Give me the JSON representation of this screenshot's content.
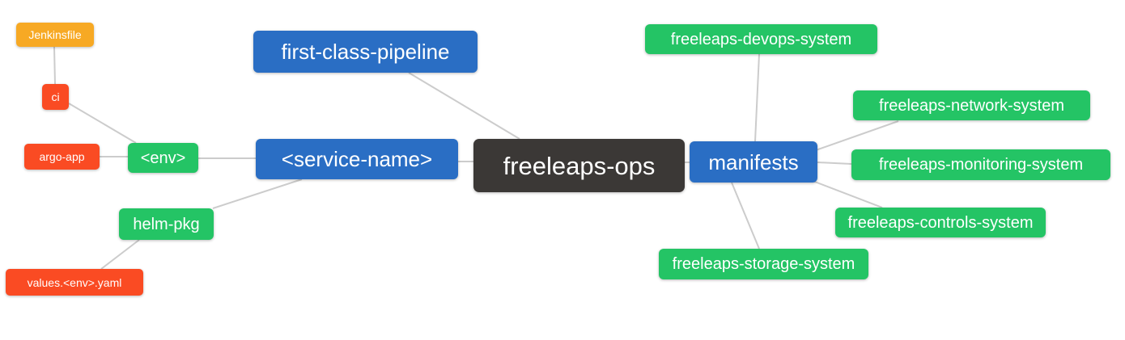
{
  "colors": {
    "root": "#3B3836",
    "blue": "#2A6EC4",
    "green": "#24C465",
    "red": "#FA4B23",
    "orange": "#F7A924",
    "edge": "#CCCCCC",
    "text": "#FFFFFF"
  },
  "nodes": {
    "root": {
      "label": "freeleaps-ops"
    },
    "first_class_pipeline": {
      "label": "first-class-pipeline"
    },
    "service_name": {
      "label": "<service-name>"
    },
    "manifests": {
      "label": "manifests"
    },
    "env": {
      "label": "<env>"
    },
    "helm_pkg": {
      "label": "helm-pkg"
    },
    "ci": {
      "label": "ci"
    },
    "jenkinsfile": {
      "label": "Jenkinsfile"
    },
    "argo_app": {
      "label": "argo-app"
    },
    "values_env_yaml": {
      "label": "values.<env>.yaml"
    },
    "devops_system": {
      "label": "freeleaps-devops-system"
    },
    "network_system": {
      "label": "freeleaps-network-system"
    },
    "monitoring_system": {
      "label": "freeleaps-monitoring-system"
    },
    "controls_system": {
      "label": "freeleaps-controls-system"
    },
    "storage_system": {
      "label": "freeleaps-storage-system"
    }
  },
  "edges": [
    {
      "from": "jenkinsfile",
      "to": "ci"
    },
    {
      "from": "ci",
      "to": "env"
    },
    {
      "from": "argo_app",
      "to": "env"
    },
    {
      "from": "env",
      "to": "service_name"
    },
    {
      "from": "helm_pkg",
      "to": "service_name"
    },
    {
      "from": "values_env_yaml",
      "to": "helm_pkg"
    },
    {
      "from": "first_class_pipeline",
      "to": "root"
    },
    {
      "from": "service_name",
      "to": "root"
    },
    {
      "from": "root",
      "to": "manifests"
    },
    {
      "from": "manifests",
      "to": "devops_system"
    },
    {
      "from": "manifests",
      "to": "network_system"
    },
    {
      "from": "manifests",
      "to": "monitoring_system"
    },
    {
      "from": "manifests",
      "to": "controls_system"
    },
    {
      "from": "manifests",
      "to": "storage_system"
    }
  ]
}
